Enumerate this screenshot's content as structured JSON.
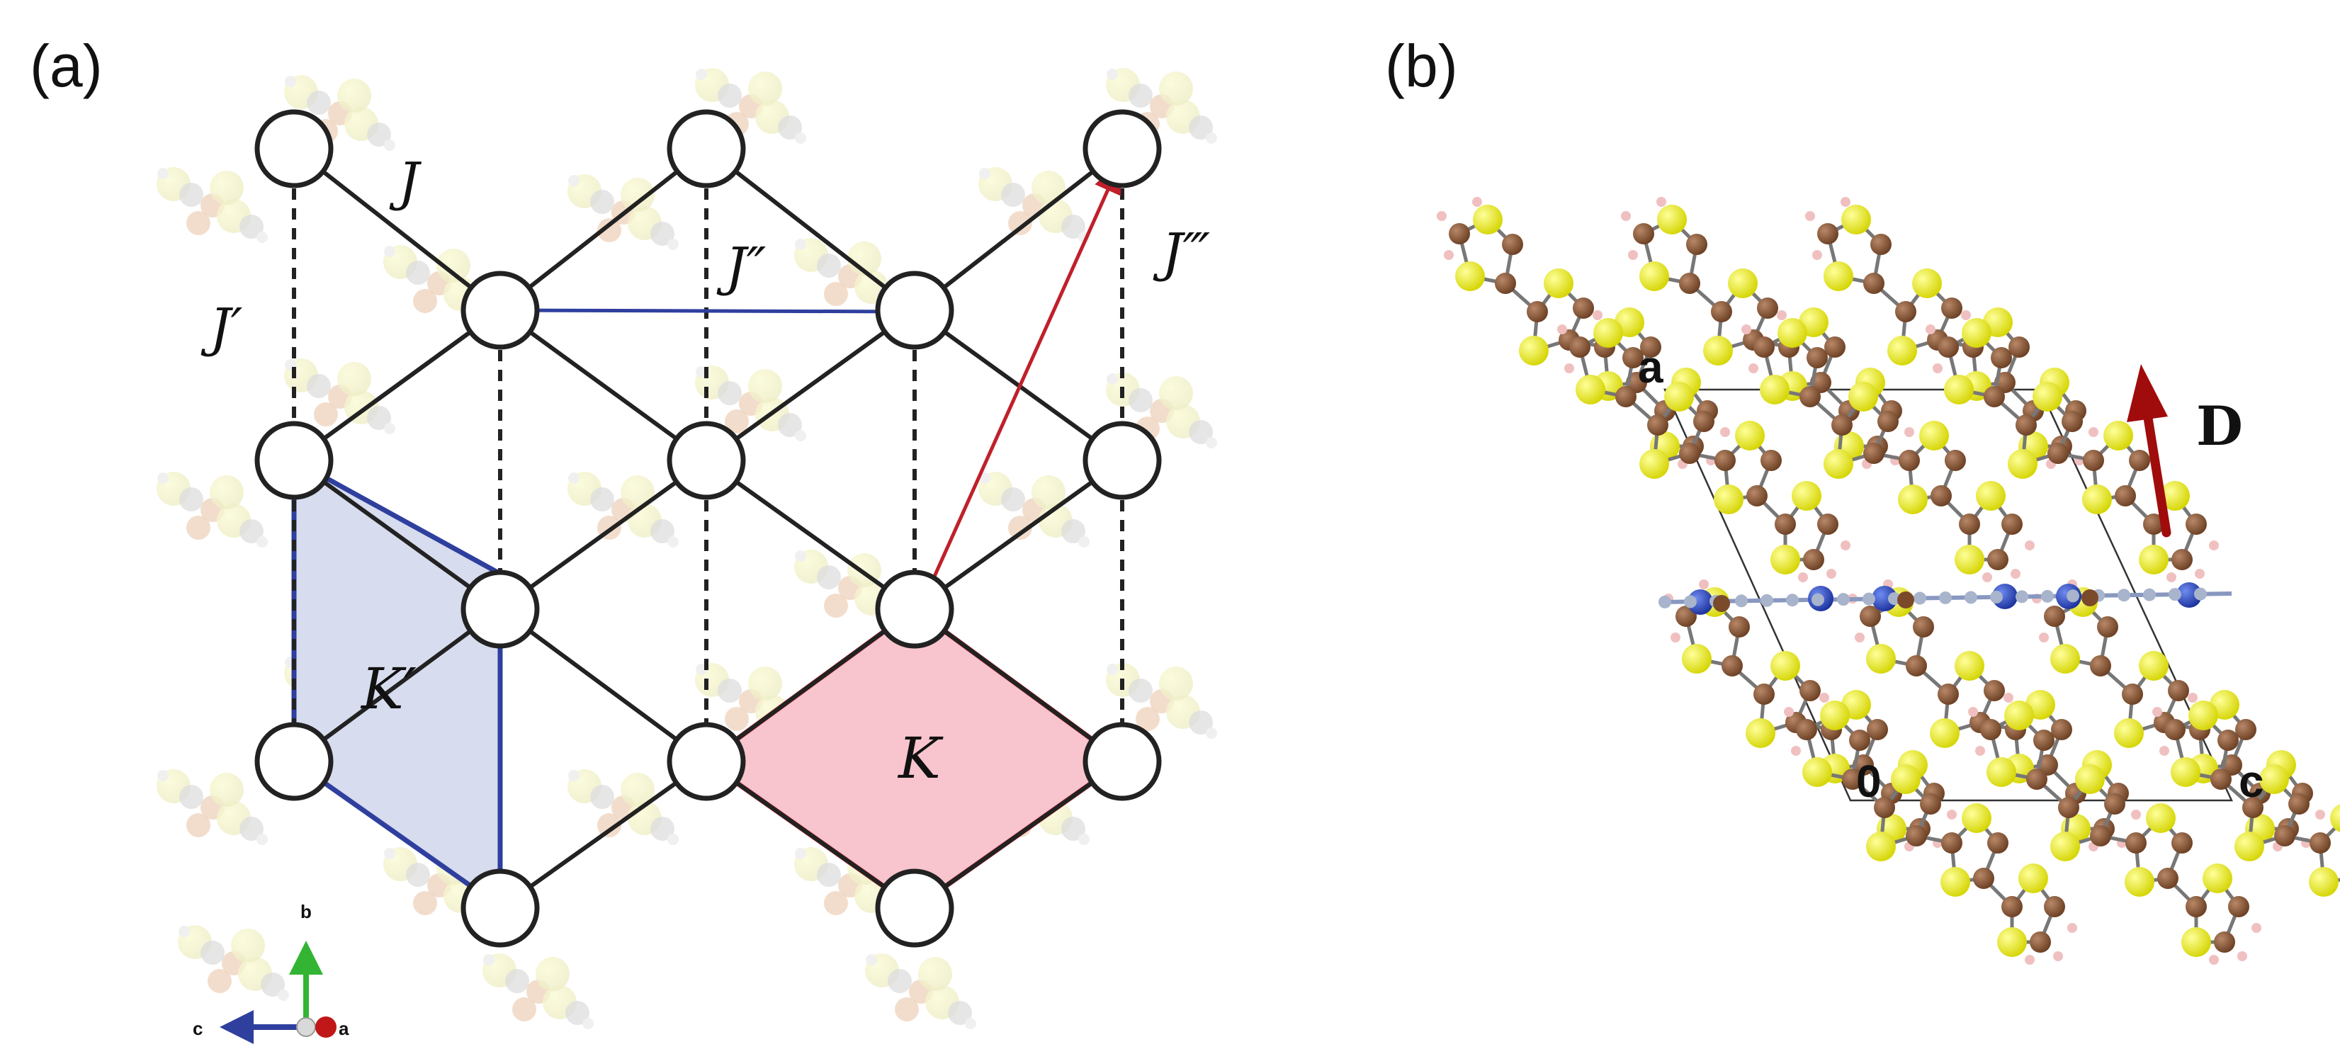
{
  "panel_a": {
    "label": "(a)",
    "exchange_labels": {
      "J": "J",
      "J_prime": "J′",
      "J_double_prime": "J″",
      "J_triple_prime": "J‴"
    },
    "plaquette_labels": {
      "K": "K",
      "K_prime": "K′"
    },
    "axes": {
      "b": "b",
      "c": "c",
      "a": "a"
    },
    "colors": {
      "bond": "#222222",
      "k_fill": "#f8c4cd",
      "k_edge": "#c0202a",
      "kp_fill": "#d7dcee",
      "kp_edge": "#2f3f9e",
      "blue_arrow": "#2f3f9e",
      "red_arrow": "#c0202a",
      "axis_b": "#33b533",
      "axis_c": "#2f3f9e",
      "axis_a": "#c01818"
    }
  },
  "panel_b": {
    "label": "(b)",
    "cell_labels": {
      "a": "a",
      "origin": "0",
      "c": "c"
    },
    "dipole_label": "D",
    "colors": {
      "sulfur": "#e8e817",
      "carbon": "#8a5a3c",
      "hydrogen": "#f0c0c0",
      "metal": "#2a49c8",
      "anion": "#a8b4cc",
      "dipole_arrow": "#a00c0c"
    }
  }
}
